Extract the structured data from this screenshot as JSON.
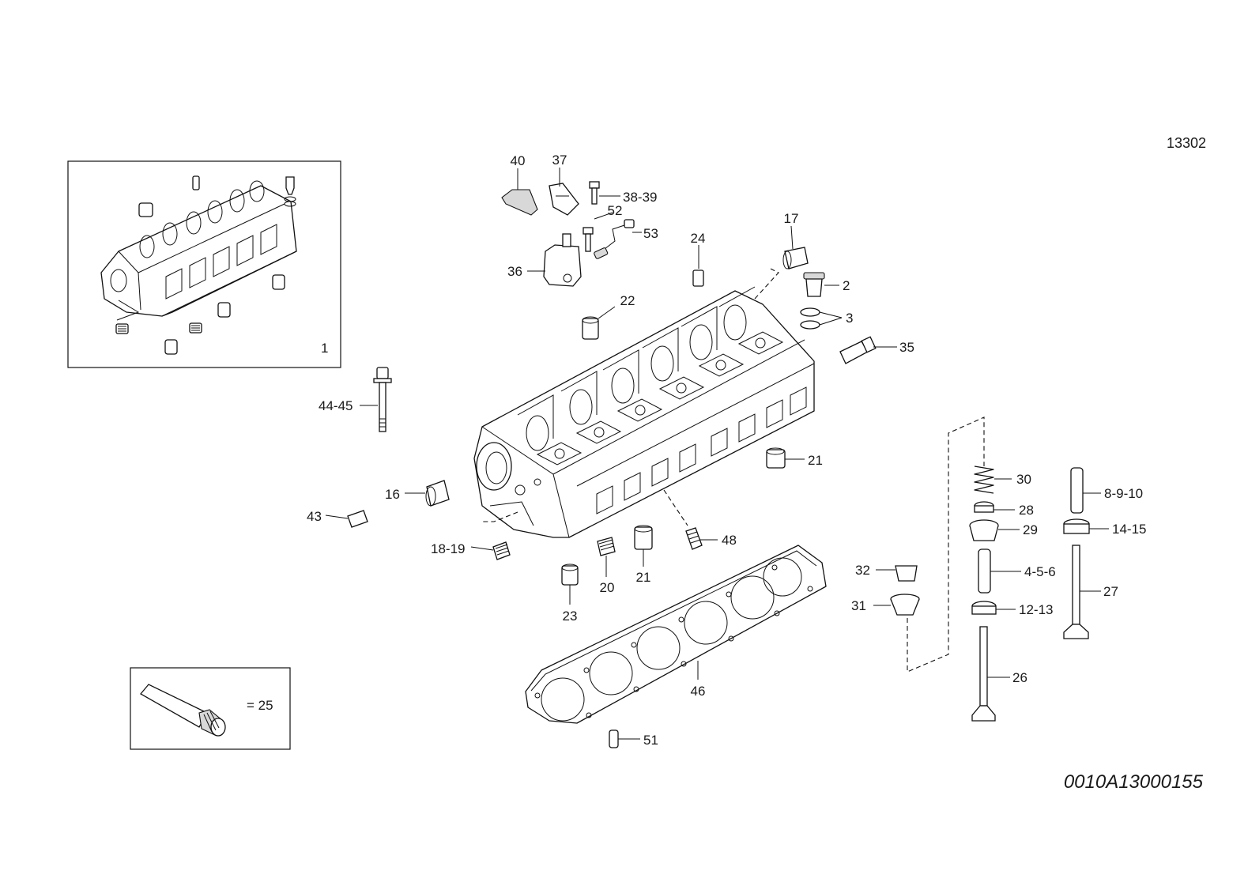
{
  "sheet_code": "13302",
  "drawing_number": "0010A13000155",
  "kit_box_label": "1",
  "sealant_label": "= 25",
  "callouts": {
    "c40": "40",
    "c37": "37",
    "c38_39": "38-39",
    "c52": "52",
    "c53": "53",
    "c36": "36",
    "c24": "24",
    "c17": "17",
    "c2": "2",
    "c3": "3",
    "c35": "35",
    "c22": "22",
    "c44_45": "44-45",
    "c21a": "21",
    "c16": "16",
    "c43": "43",
    "c18_19": "18-19",
    "c20": "20",
    "c21b": "21",
    "c48": "48",
    "c23": "23",
    "c32": "32",
    "c31": "31",
    "c30": "30",
    "c28": "28",
    "c29": "29",
    "c4_5_6": "4-5-6",
    "c12_13": "12-13",
    "c26": "26",
    "c8_9_10": "8-9-10",
    "c14_15": "14-15",
    "c27": "27",
    "c46": "46",
    "c51": "51"
  }
}
